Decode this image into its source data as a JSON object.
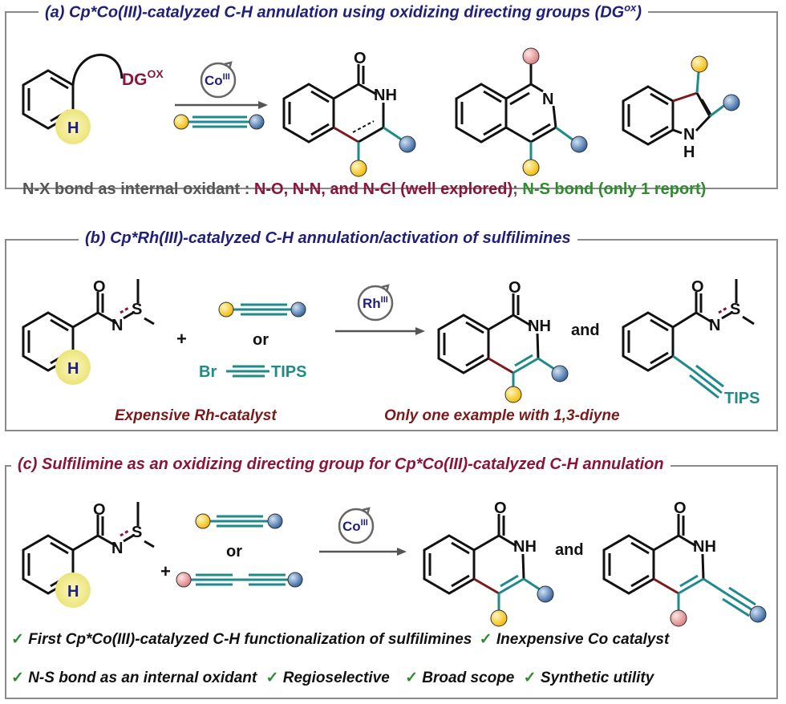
{
  "panel_a": {
    "title": "(a) Cp*Co(III)-catalyzed C-H annulation using oxidizing directing groups (DG",
    "title_sup": "ox",
    "title_end": ")",
    "dg": "DG",
    "dg_sup": "OX",
    "h": "H",
    "catalyst": "Co",
    "catalyst_sup": "III",
    "o": "O",
    "nh": "NH",
    "n": "N",
    "indole_n": "N",
    "indole_h": "H",
    "note_lead": "N-X bond as internal oxidant :",
    "note_mid": "N-O, N-N, and N-Cl (well explored)",
    "note_sep": ";",
    "note_end": "N-S bond (only 1 report)"
  },
  "panel_b": {
    "title": "(b) Cp*Rh(III)-catalyzed C-H annulation/activation of sulfilimines",
    "o": "O",
    "n": "N",
    "s": "S",
    "h": "H",
    "plus": "+",
    "or": "or",
    "br": "Br",
    "tips": "TIPS",
    "catalyst": "Rh",
    "catalyst_sup": "III",
    "prod_o": "O",
    "prod_nh": "NH",
    "and": "and",
    "p2_o": "O",
    "p2_n": "N",
    "p2_s": "S",
    "p2_tips": "TIPS",
    "caption_left": "Expensive Rh-catalyst",
    "caption_right": "Only one example with 1,3-diyne"
  },
  "panel_c": {
    "title": "(c) Sulfilimine as an oxidizing directing group for Cp*Co(III)-catalyzed C-H annulation",
    "o": "O",
    "n": "N",
    "s": "S",
    "h": "H",
    "plus": "+",
    "or": "or",
    "catalyst": "Co",
    "catalyst_sup": "III",
    "prod_o": "O",
    "prod_nh": "NH",
    "and": "and",
    "p2_o": "O",
    "p2_nh": "NH",
    "check": "✓",
    "features": [
      "First Cp*Co(III)-catalyzed C-H functionalization of sulfilimines",
      "Inexpensive Co catalyst",
      "N-S bond as an internal oxidant",
      "Regioselective",
      "Broad scope",
      "Synthetic utility"
    ]
  },
  "colors": {
    "navy": "#1f1f7a",
    "maroon": "#8a1538",
    "teal": "#1f8a8a",
    "green": "#2e8b2e",
    "gray": "#555555",
    "brown_red": "#7a1a1a",
    "ball_yellow": "#f2c200",
    "ball_blue": "#3b6fa8",
    "ball_pink": "#e59090",
    "h_glow": "#f3ef8a"
  }
}
